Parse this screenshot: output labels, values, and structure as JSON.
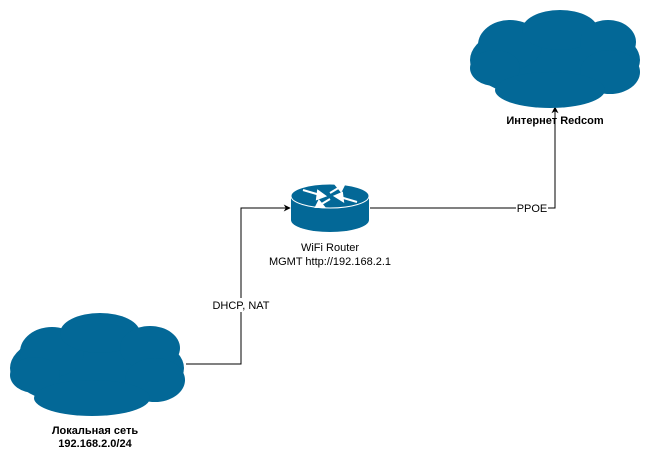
{
  "colors": {
    "cloud_fill": "#036897",
    "router_fill": "#036897",
    "router_arrows": "#ffffff",
    "edge_stroke": "#000000",
    "text": "#000000"
  },
  "nodes": {
    "internet": {
      "label": "Интернет Redcom",
      "icon": "cloud-icon"
    },
    "router": {
      "label_line1": "WiFi Router",
      "label_line2": "MGMT http://192.168.2.1",
      "icon": "router-icon"
    },
    "lan": {
      "label_line1": "Локальная сеть",
      "label_line2": "192.168.2.0/24",
      "icon": "cloud-icon"
    }
  },
  "edges": {
    "lan_router": {
      "label": "DHCP, NAT"
    },
    "router_internet": {
      "label": "PPOE"
    }
  }
}
